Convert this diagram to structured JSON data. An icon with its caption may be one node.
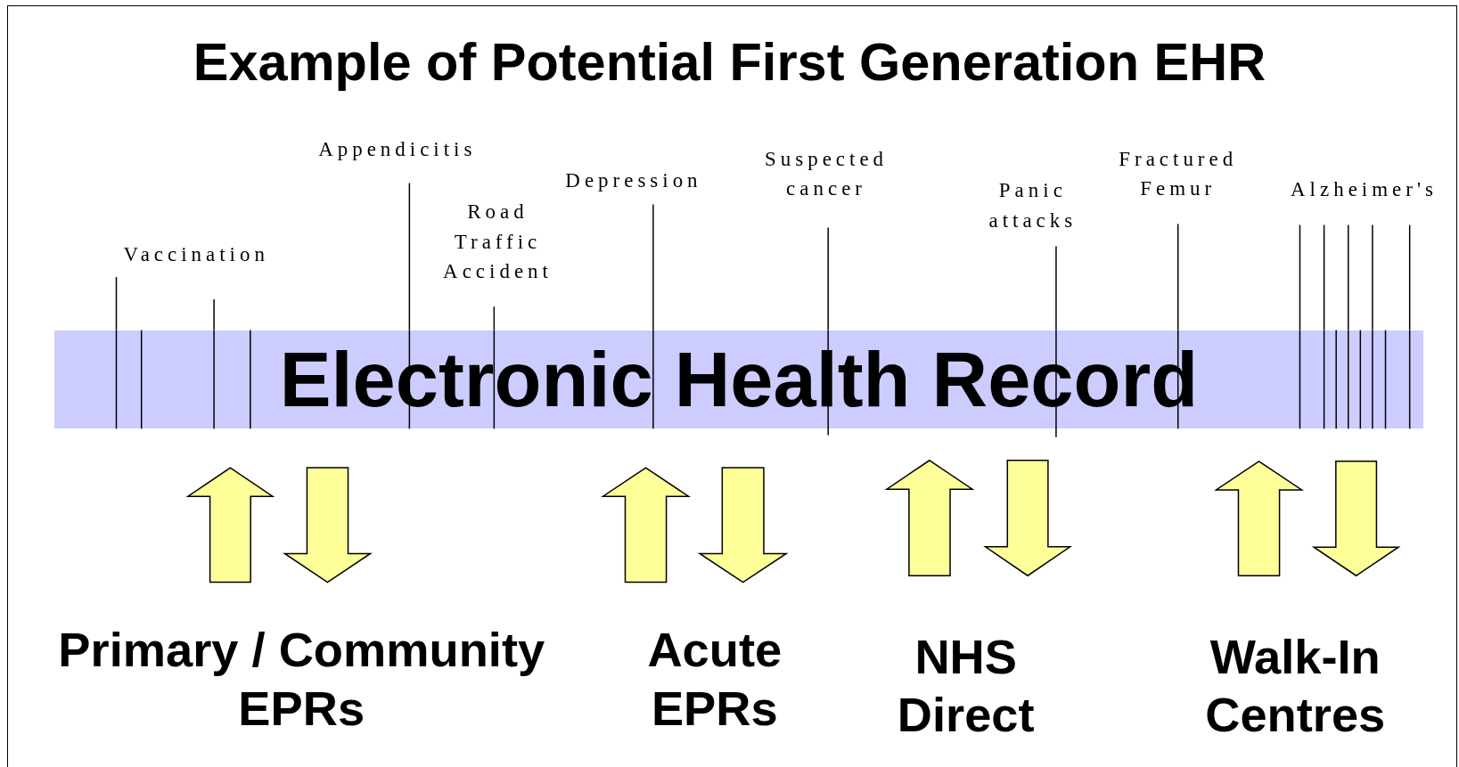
{
  "diagram": {
    "title": "Example of Potential First Generation EHR",
    "nodes": [
      {
        "text": [
          "Electronic Health Record"
        ]
      },
      {
        "text": [
          "Vaccination"
        ]
      },
      {
        "text": [
          "Appendicitis"
        ]
      },
      {
        "text": [
          "Road Traffic Accident"
        ]
      },
      {
        "text": [
          "Depression"
        ]
      },
      {
        "text": [
          "Suspected cancer"
        ]
      },
      {
        "text": [
          "Panic attacks"
        ]
      },
      {
        "text": [
          "Fractured Femur"
        ]
      },
      {
        "text": [
          "Alzheimer's"
        ]
      },
      {
        "text": [
          "Primary / Community EPRs"
        ]
      },
      {
        "text": [
          "Acute EPRs"
        ]
      },
      {
        "text": [
          "NHS Direct"
        ]
      },
      {
        "text": [
          "Walk-In Centres"
        ]
      }
    ],
    "edges": [
      {
        "from": 1,
        "to": 0,
        "arrow": "none"
      },
      {
        "from": 1,
        "to": 0,
        "arrow": "none"
      },
      {
        "from": 2,
        "to": 0,
        "arrow": "none"
      },
      {
        "from": 3,
        "to": 0,
        "arrow": "none"
      },
      {
        "from": 4,
        "to": 0,
        "arrow": "none"
      },
      {
        "from": 5,
        "to": 0,
        "arrow": "none"
      },
      {
        "from": 6,
        "to": 0,
        "arrow": "none"
      },
      {
        "from": 7,
        "to": 0,
        "arrow": "none"
      },
      {
        "from": 8,
        "to": 0,
        "arrow": "none"
      },
      {
        "from": 8,
        "to": 0,
        "arrow": "none"
      },
      {
        "from": 8,
        "to": 0,
        "arrow": "none"
      },
      {
        "from": 8,
        "to": 0,
        "arrow": "none"
      },
      {
        "from": 8,
        "to": 0,
        "arrow": "none"
      },
      {
        "from": 9,
        "to": 0,
        "arrow": "to",
        "style": "thick"
      },
      {
        "from": 0,
        "to": 9,
        "arrow": "to",
        "style": "thick"
      },
      {
        "from": 10,
        "to": 0,
        "arrow": "to",
        "style": "thick"
      },
      {
        "from": 0,
        "to": 10,
        "arrow": "to",
        "style": "thick"
      },
      {
        "from": 11,
        "to": 0,
        "arrow": "to",
        "style": "thick"
      },
      {
        "from": 0,
        "to": 11,
        "arrow": "to",
        "style": "thick"
      },
      {
        "from": 12,
        "to": 0,
        "arrow": "to",
        "style": "thick"
      },
      {
        "from": 0,
        "to": 12,
        "arrow": "to",
        "style": "thick"
      }
    ]
  }
}
